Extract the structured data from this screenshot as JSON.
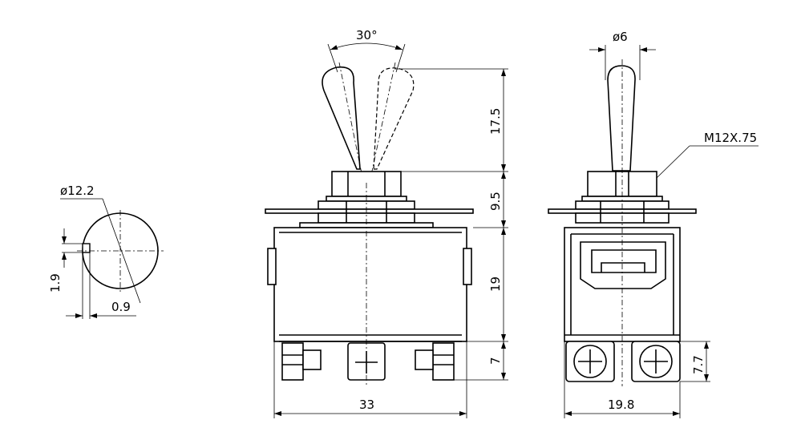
{
  "dimensions": {
    "knob_diameter": "ø12.2",
    "knob_flat_height": "1.9",
    "knob_flat_depth": "0.9",
    "toggle_angle": "30°",
    "lever_height": "17.5",
    "bushing_height": "9.5",
    "body_height": "19",
    "terminal_height": "7",
    "body_width": "33",
    "lever_diameter": "ø6",
    "thread_spec": "M12X.75",
    "side_terminal_height": "7.7",
    "side_width": "19.8"
  }
}
